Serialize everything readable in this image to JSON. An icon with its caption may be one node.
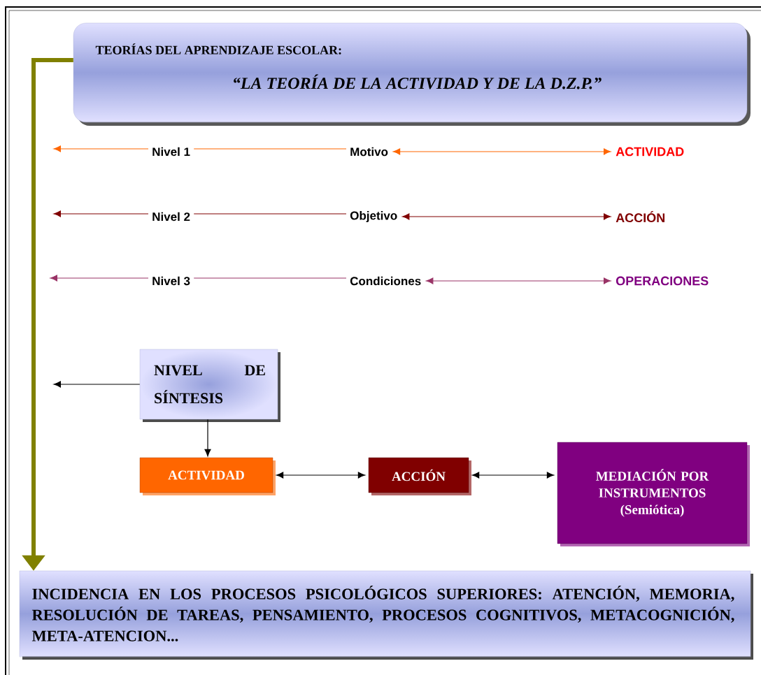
{
  "diagram": {
    "nodes": [
      {
        "text": [
          "TEORÍAS DEL APRENDIZAJE ESCOLAR:",
          "“LA TEORÍA DE LA ACTIVIDAD Y DE LA D.Z.P.”"
        ]
      },
      {
        "text": [
          "Nivel 1"
        ]
      },
      {
        "text": [
          "Motivo"
        ]
      },
      {
        "text": [
          "ACTIVIDAD"
        ]
      },
      {
        "text": [
          "Nivel 2"
        ]
      },
      {
        "text": [
          "Objetivo"
        ]
      },
      {
        "text": [
          "ACCIÓN"
        ]
      },
      {
        "text": [
          "Nivel 3"
        ]
      },
      {
        "text": [
          "Condiciones"
        ]
      },
      {
        "text": [
          "OPERACIONES"
        ]
      },
      {
        "text": [
          "NIVEL DE SÍNTESIS"
        ]
      },
      {
        "text": [
          "ACTIVIDAD"
        ]
      },
      {
        "text": [
          "ACCIÓN"
        ]
      },
      {
        "text": [
          "MEDIACIÓN POR INSTRUMENTOS",
          "(Semiótica)"
        ]
      },
      {
        "text": [
          "INCIDENCIA EN LOS PROCESOS PSICOLÓGICOS SUPERIORES: ATENCIÓN, MEMORIA, RESOLUCIÓN DE TAREAS, PENSAMIENTO, PROCESOS COGNITIVOS, METACOGNICIÓN, META-ATENCION..."
        ]
      }
    ],
    "edges": [
      {
        "from": 1,
        "to": null,
        "arrow": "to",
        "color": "#ff6600"
      },
      {
        "from": 1,
        "to": 2,
        "arrow": "none",
        "color": "#ff6600"
      },
      {
        "from": 2,
        "to": 3,
        "arrow": "both",
        "color": "#ff6600"
      },
      {
        "from": 4,
        "to": null,
        "arrow": "to",
        "color": "#800000"
      },
      {
        "from": 4,
        "to": 5,
        "arrow": "none",
        "color": "#800000"
      },
      {
        "from": 5,
        "to": 6,
        "arrow": "both",
        "color": "#800000"
      },
      {
        "from": 7,
        "to": null,
        "arrow": "to",
        "color": "#993366"
      },
      {
        "from": 7,
        "to": 8,
        "arrow": "none",
        "color": "#993366"
      },
      {
        "from": 8,
        "to": 9,
        "arrow": "both",
        "color": "#993366"
      },
      {
        "from": 10,
        "to": null,
        "arrow": "to"
      },
      {
        "from": 10,
        "to": 11,
        "arrow": "to"
      },
      {
        "from": 11,
        "to": 12,
        "arrow": "both"
      },
      {
        "from": 12,
        "to": 13,
        "arrow": "both"
      },
      {
        "from": 0,
        "to": 14,
        "arrow": "to",
        "style": "thick",
        "color": "#808000"
      }
    ]
  }
}
